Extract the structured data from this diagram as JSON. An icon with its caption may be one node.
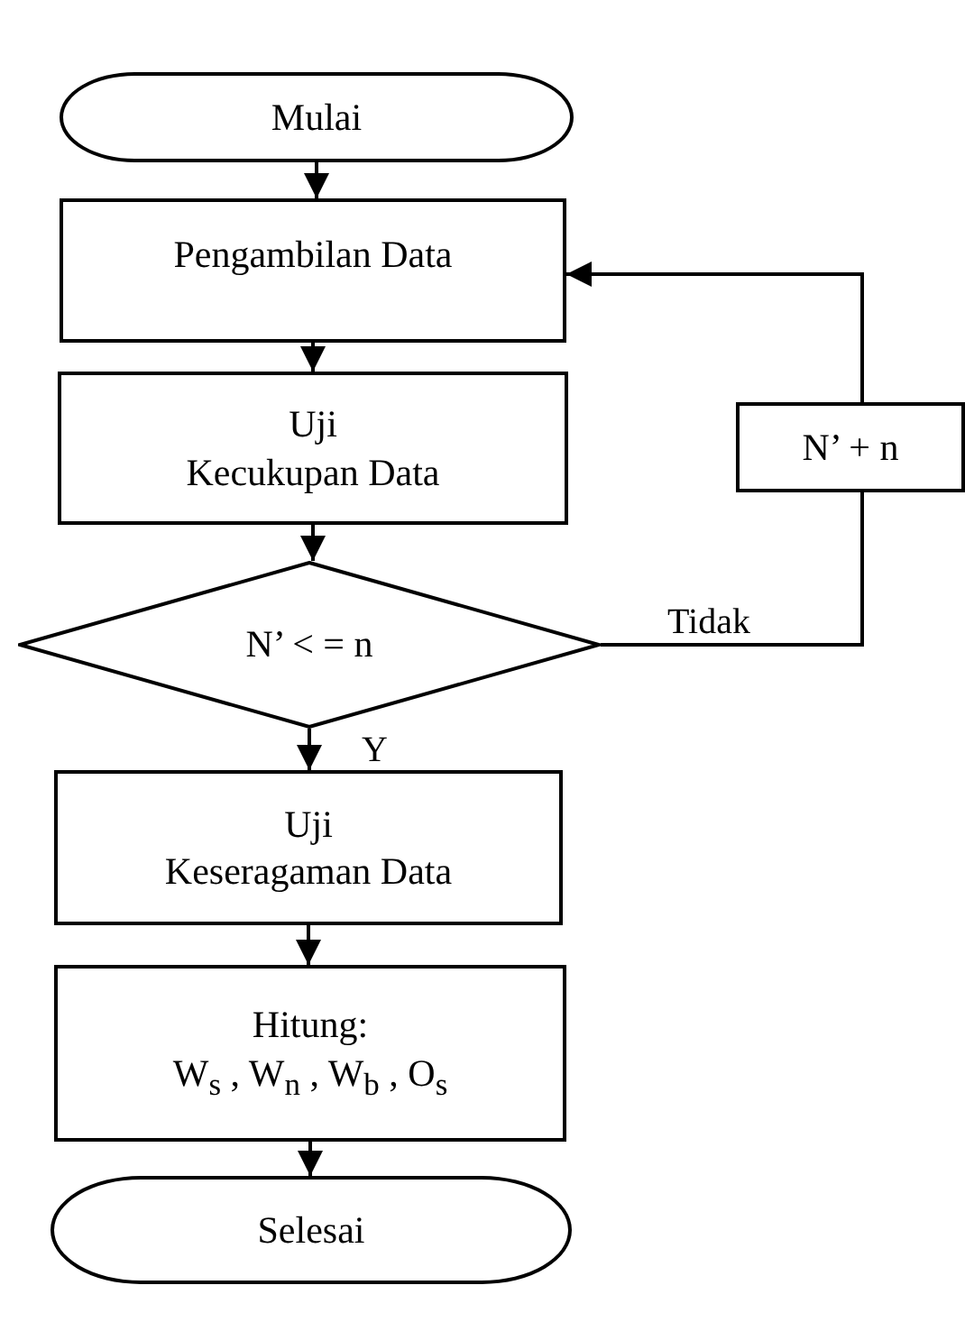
{
  "diagram": {
    "nodes": [
      {
        "text": [
          "Mulai"
        ]
      },
      {
        "text": [
          "Pengambilan Data"
        ]
      },
      {
        "text": [
          "Uji",
          "Kecukupan Data"
        ]
      },
      {
        "text": [
          "N’ < = n"
        ]
      },
      {
        "text": [
          "N’ + n"
        ]
      },
      {
        "text": [
          "Uji",
          "Keseragaman Data"
        ]
      },
      {
        "text": [
          "Hitung:",
          "W$_{s}$ , W$_{n}$ , W$_{b}$ , O$_{s}$"
        ]
      },
      {
        "text": [
          "Selesai"
        ]
      }
    ],
    "edges": [
      {
        "from": 0,
        "to": 1,
        "arrow": "to"
      },
      {
        "from": 1,
        "to": 2,
        "arrow": "to"
      },
      {
        "from": 2,
        "to": 3,
        "arrow": "to"
      },
      {
        "from": 3,
        "to": 5,
        "arrow": "to",
        "label": "Y"
      },
      {
        "from": 3,
        "to": 4,
        "arrow": "none",
        "label": "Tidak"
      },
      {
        "from": 4,
        "to": 1,
        "arrow": "to"
      },
      {
        "from": 5,
        "to": 6,
        "arrow": "to"
      },
      {
        "from": 6,
        "to": 7,
        "arrow": "to"
      }
    ]
  }
}
